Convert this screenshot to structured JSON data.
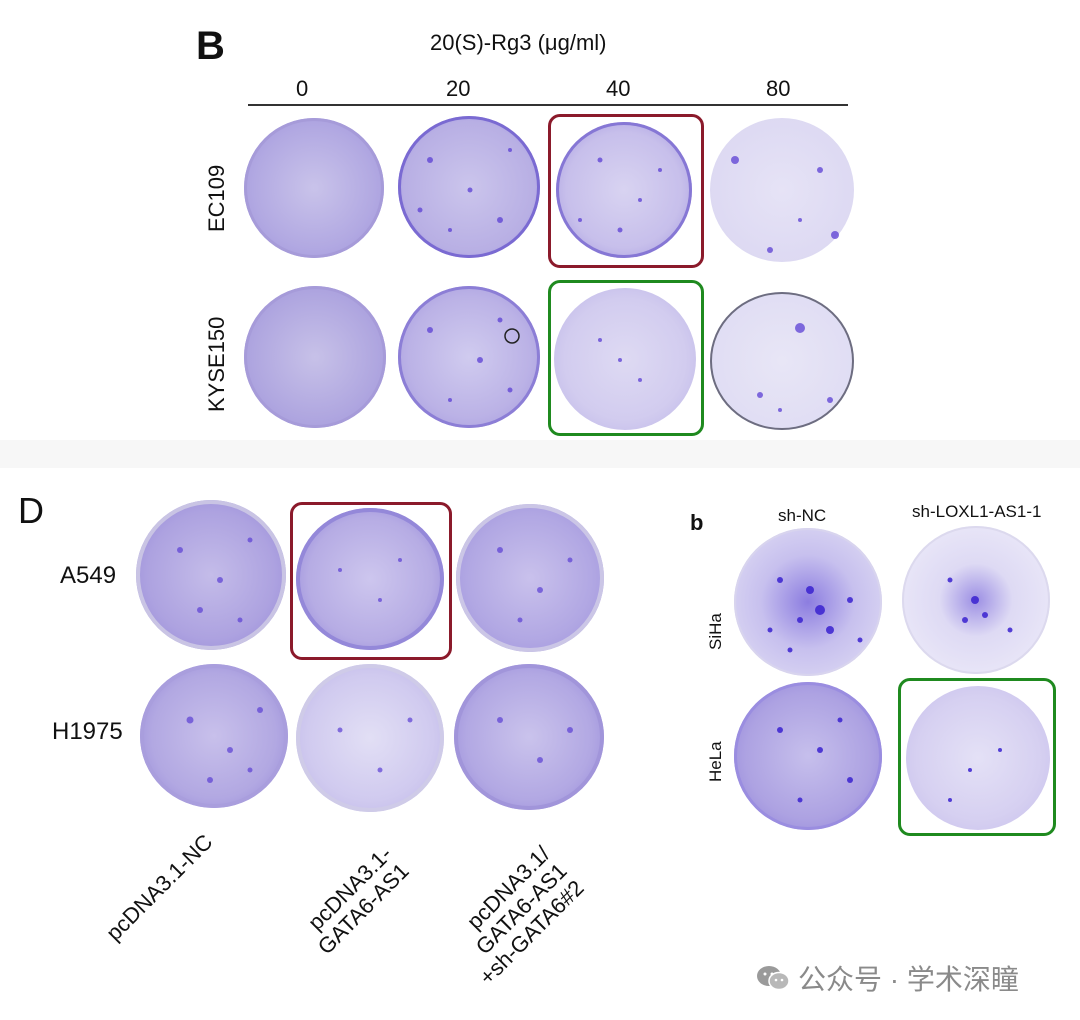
{
  "panel_B": {
    "letter": "B",
    "header": "20(S)-Rg3 (μg/ml)",
    "doses": [
      "0",
      "20",
      "40",
      "80"
    ],
    "rows": [
      "EC109",
      "KYSE150"
    ]
  },
  "panel_D": {
    "letter": "D",
    "rows": [
      "A549",
      "H1975"
    ],
    "columns": [
      "pcDNA3.1-NC",
      "pcDNA3.1-\nGATA6-AS1",
      "pcDNA3.1/\nGATA6-AS1\n+sh-GATA6#2"
    ]
  },
  "panel_b": {
    "letter": "b",
    "columns": [
      "sh-NC",
      "sh-LOXL1-AS1-1"
    ],
    "rows": [
      "SiHa",
      "HeLa"
    ]
  },
  "watermark": {
    "text": "公众号 · 学术深瞳",
    "icon": "wechat-icon"
  },
  "colors": {
    "stain": "#5b3fd4",
    "dark_red_box": "#8b1a2b",
    "green_box": "#1f8a1f"
  }
}
